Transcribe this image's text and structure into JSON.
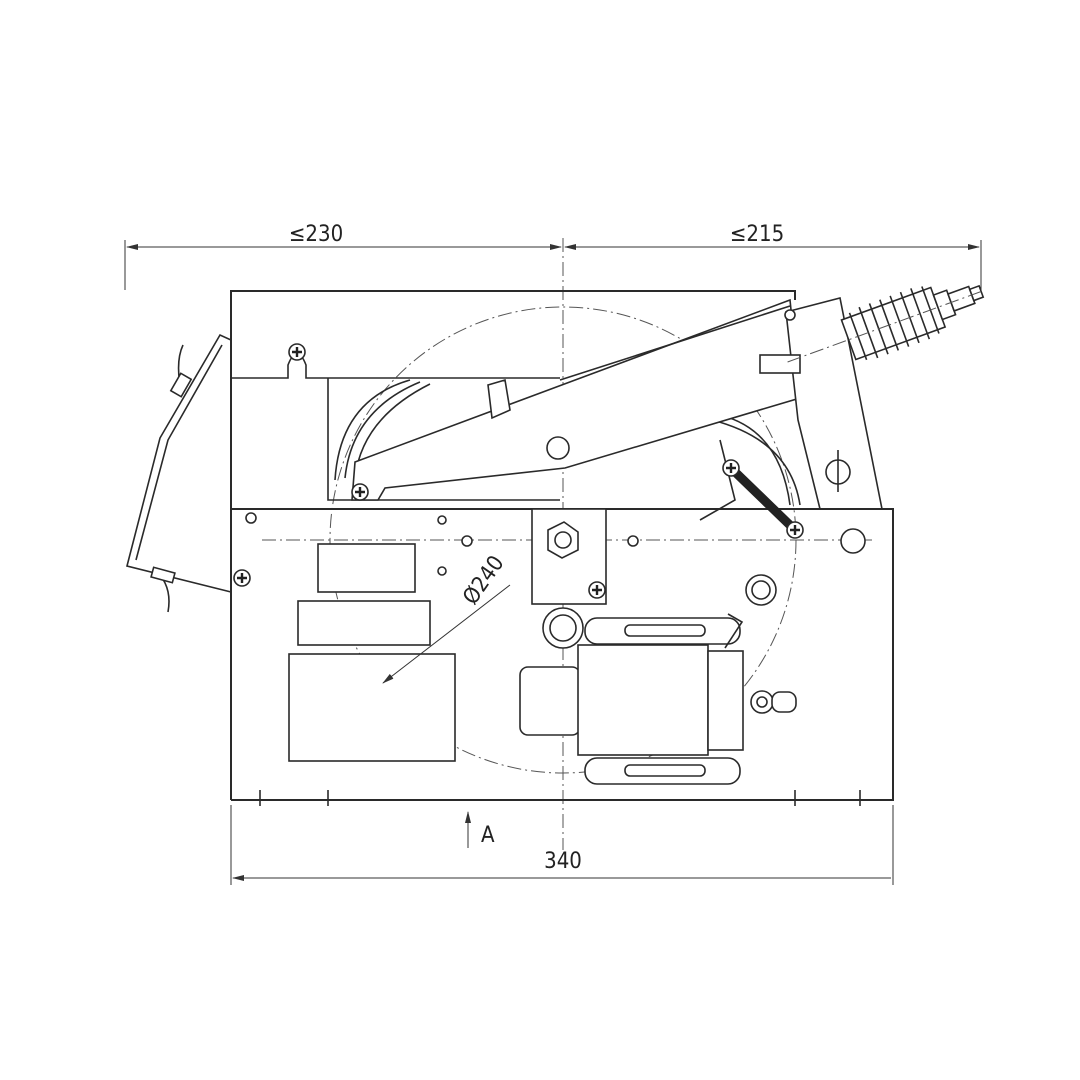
{
  "drawing": {
    "dimensions": {
      "left_width": "≤230",
      "right_width": "≤215",
      "total_width": "340",
      "diameter": "Ø240"
    },
    "view_marker": "A",
    "colors": {
      "line": "#2a2a2a",
      "background": "#ffffff"
    }
  }
}
